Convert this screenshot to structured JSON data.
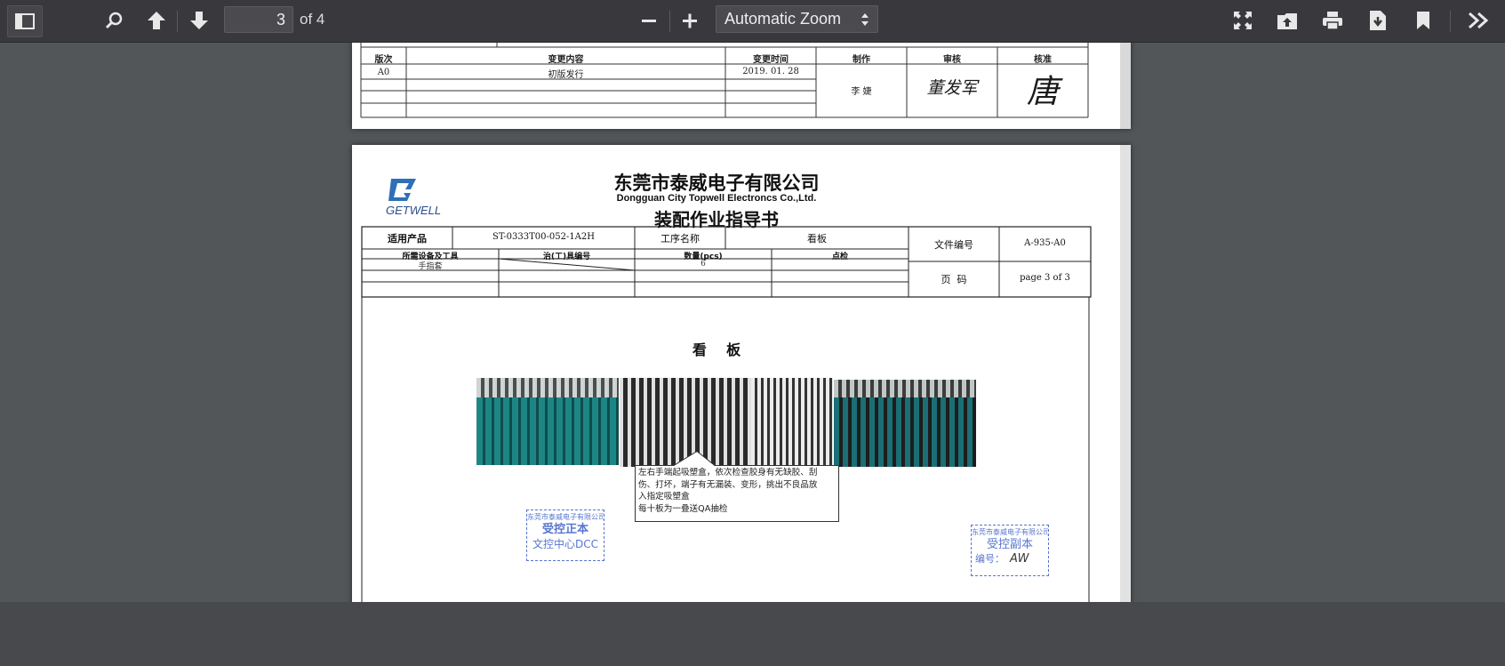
{
  "toolbar": {
    "current_page": "3",
    "page_count_label": "of 4",
    "zoom_value": "Automatic Zoom"
  },
  "prev_page_table": {
    "headers": [
      "版次",
      "变更内容",
      "变更时间",
      "制作",
      "审核",
      "核准"
    ],
    "row": {
      "version": "A0",
      "change": "初版发行",
      "date": "2019. 01. 28",
      "author": "李 婕",
      "reviewer_signature": "董发军",
      "approver_signature": "唐"
    }
  },
  "doc": {
    "logo_text": "GETWELL",
    "company_cn": "东莞市泰威电子有限公司",
    "company_en": "Dongguan City Topwell Electroncs Co.,Ltd.",
    "title": "装配作业指导书",
    "header": {
      "product_label": "适用产品",
      "product_value": "ST-0333T00-052-1A2H",
      "process_label": "工序名称",
      "process_value": "看板",
      "fileno_label": "文件编号",
      "fileno_value": "A-935-A0",
      "page_label": "页  码",
      "page_value": "page 3 of 3",
      "equip_label": "所需设备及工具",
      "fixture_label": "治(工)具编号",
      "qty_label": "数量(pcs)",
      "check_label": "点检",
      "equip_value": "手指套",
      "qty_value": "6"
    },
    "section_title": "看    板",
    "instruction_line1": "左右手端起吸塑盒，依次检查胶身有无缺胶、刮",
    "instruction_line2": "伤、打坏，端子有无漏装、变形，挑出不良品放",
    "instruction_line3": "入指定吸塑盒",
    "instruction_line4": "每十板为一叠送QA抽检",
    "stamp_left_l1": "东莞市泰威电子有限公司",
    "stamp_left_l2": "受控正本",
    "stamp_left_l3": "文控中心DCC",
    "stamp_right_l1": "东莞市泰威电子有限公司",
    "stamp_right_l2": "受控副本",
    "stamp_right_l3": "编号：",
    "stamp_right_sig": "AW"
  },
  "colors": {
    "toolbar_bg": "#38383d",
    "viewer_bg": "#525659",
    "stamp_blue": "#3a5fc8",
    "product_teal": "#1f8a8a"
  },
  "icons": [
    "sidebar-toggle-icon",
    "search-icon",
    "previous-page-icon",
    "next-page-icon",
    "zoom-out-icon",
    "zoom-in-icon",
    "presentation-mode-icon",
    "open-file-icon",
    "print-icon",
    "download-icon",
    "bookmark-icon",
    "tools-icon"
  ]
}
